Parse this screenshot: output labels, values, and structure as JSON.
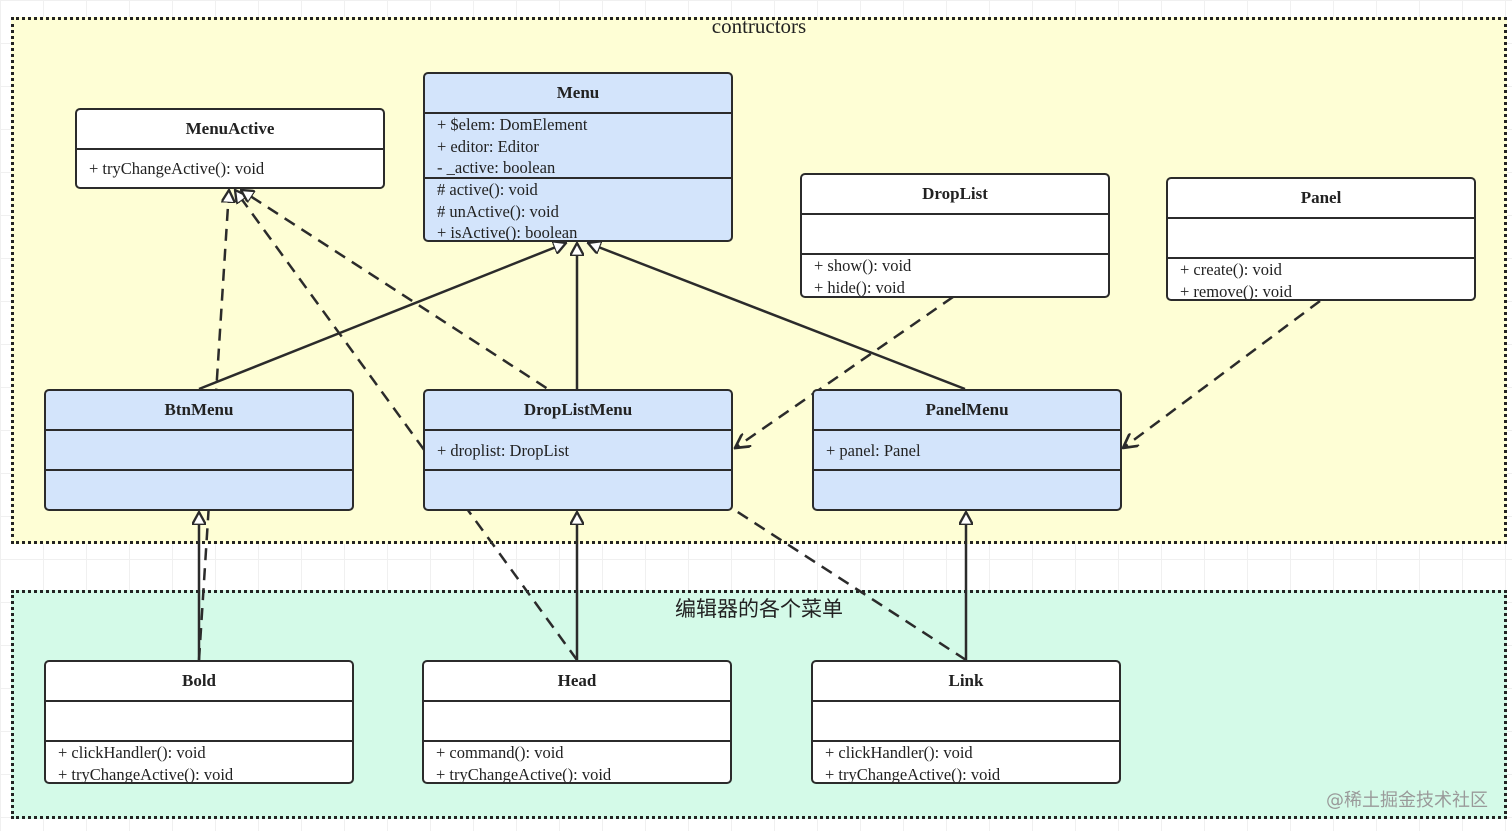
{
  "groups": {
    "contructors": {
      "title": "contructors",
      "color": "#fefed5"
    },
    "menus": {
      "title": "编辑器的各个菜单",
      "color": "#d4fae8"
    }
  },
  "classes": {
    "menuActive": {
      "name": "MenuActive",
      "attributes": [],
      "methods": [
        "+ tryChangeActive(): void"
      ]
    },
    "menu": {
      "name": "Menu",
      "attributes": [
        "+ $elem: DomElement",
        "+ editor: Editor",
        "- _active: boolean"
      ],
      "methods": [
        "# active(): void",
        "# unActive(): void",
        "+ isActive(): boolean"
      ]
    },
    "dropList": {
      "name": "DropList",
      "attributes": [],
      "methods": [
        "+ show(): void",
        "+ hide(): void"
      ]
    },
    "panel": {
      "name": "Panel",
      "attributes": [],
      "methods": [
        "+ create(): void",
        "+ remove(): void"
      ]
    },
    "btnMenu": {
      "name": "BtnMenu",
      "attributes": [],
      "methods": []
    },
    "dropListMenu": {
      "name": "DropListMenu",
      "attributes": [
        "+ droplist: DropList"
      ],
      "methods": []
    },
    "panelMenu": {
      "name": "PanelMenu",
      "attributes": [
        "+ panel: Panel"
      ],
      "methods": []
    },
    "bold": {
      "name": "Bold",
      "attributes": [],
      "methods": [
        "+ clickHandler(): void",
        "+ tryChangeActive(): void"
      ]
    },
    "head": {
      "name": "Head",
      "attributes": [],
      "methods": [
        "+ command(): void",
        "+ tryChangeActive(): void"
      ]
    },
    "link": {
      "name": "Link",
      "attributes": [],
      "methods": [
        "+ clickHandler(): void",
        "+ tryChangeActive(): void"
      ]
    }
  },
  "relations": [
    {
      "from": "BtnMenu",
      "to": "Menu",
      "type": "inheritance"
    },
    {
      "from": "DropListMenu",
      "to": "Menu",
      "type": "inheritance"
    },
    {
      "from": "PanelMenu",
      "to": "Menu",
      "type": "inheritance"
    },
    {
      "from": "Bold",
      "to": "BtnMenu",
      "type": "inheritance"
    },
    {
      "from": "Head",
      "to": "DropListMenu",
      "type": "inheritance"
    },
    {
      "from": "Link",
      "to": "PanelMenu",
      "type": "inheritance"
    },
    {
      "from": "Bold",
      "to": "MenuActive",
      "type": "realization"
    },
    {
      "from": "Head",
      "to": "MenuActive",
      "type": "realization"
    },
    {
      "from": "Link",
      "to": "MenuActive",
      "type": "realization"
    },
    {
      "from": "DropList",
      "to": "DropListMenu",
      "type": "dependency"
    },
    {
      "from": "Panel",
      "to": "PanelMenu",
      "type": "dependency"
    }
  ],
  "watermark": "@稀土掘金技术社区"
}
